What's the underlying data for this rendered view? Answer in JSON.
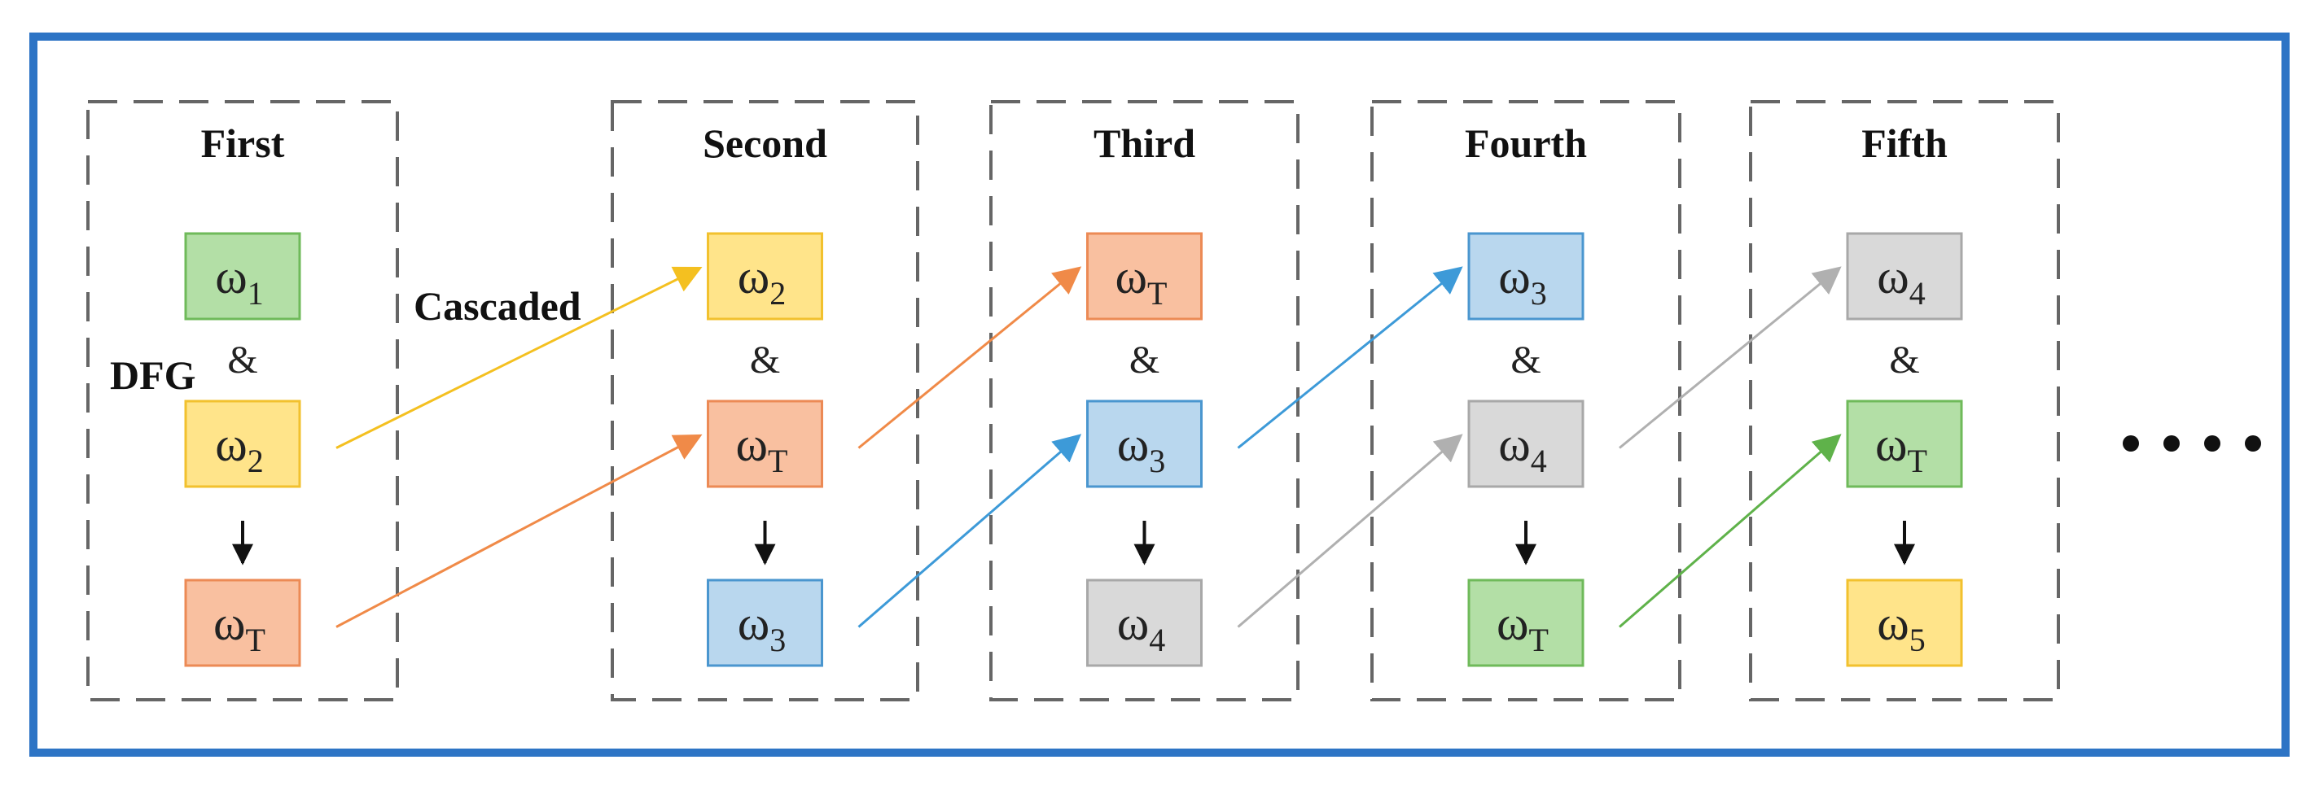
{
  "stages": [
    {
      "title": "First",
      "top": {
        "label": "ω",
        "sub": "1",
        "color": "green"
      },
      "middle": {
        "label": "ω",
        "sub": "2",
        "color": "yellow"
      },
      "bottom": {
        "label": "ω",
        "sub": "T",
        "color": "orange"
      },
      "connector": "&"
    },
    {
      "title": "Second",
      "top": {
        "label": "ω",
        "sub": "2",
        "color": "yellow"
      },
      "middle": {
        "label": "ω",
        "sub": "T",
        "color": "orange"
      },
      "bottom": {
        "label": "ω",
        "sub": "3",
        "color": "blue"
      },
      "connector": "&"
    },
    {
      "title": "Third",
      "top": {
        "label": "ω",
        "sub": "T",
        "color": "orange"
      },
      "middle": {
        "label": "ω",
        "sub": "3",
        "color": "blue"
      },
      "bottom": {
        "label": "ω",
        "sub": "4",
        "color": "gray"
      },
      "connector": "&"
    },
    {
      "title": "Fourth",
      "top": {
        "label": "ω",
        "sub": "3",
        "color": "blue"
      },
      "middle": {
        "label": "ω",
        "sub": "4",
        "color": "gray"
      },
      "bottom": {
        "label": "ω",
        "sub": "T",
        "color": "green"
      },
      "connector": "&"
    },
    {
      "title": "Fifth",
      "top": {
        "label": "ω",
        "sub": "4",
        "color": "gray"
      },
      "middle": {
        "label": "ω",
        "sub": "T",
        "color": "green"
      },
      "bottom": {
        "label": "ω",
        "sub": "5",
        "color": "yellow"
      },
      "connector": "&"
    }
  ],
  "labels": {
    "dfg": "DFG",
    "cascaded": "Cascaded"
  },
  "ellipsis": "• • • •",
  "colors": {
    "frame": "#2d74c5",
    "green": {
      "fill": "#b3dfa6",
      "stroke": "#6fba5a",
      "arrow": "#5fb24a"
    },
    "yellow": {
      "fill": "#ffe48a",
      "stroke": "#f2c12e",
      "arrow": "#f4c020"
    },
    "orange": {
      "fill": "#f9c0a0",
      "stroke": "#ec8a55",
      "arrow": "#f08a48"
    },
    "blue": {
      "fill": "#b9d7ee",
      "stroke": "#4a96cf",
      "arrow": "#3d9ad8"
    },
    "gray": {
      "fill": "#d9d9d9",
      "stroke": "#a8a8a8",
      "arrow": "#b0b0b0"
    }
  }
}
